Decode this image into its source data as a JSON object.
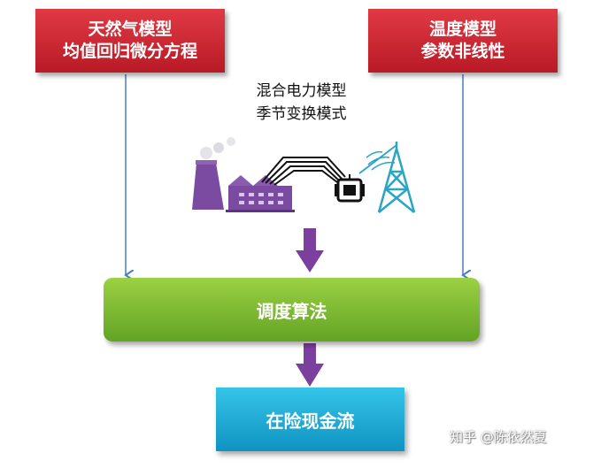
{
  "gas_model": {
    "line1": "天然气模型",
    "line2": "均值回归微分方程"
  },
  "temp_model": {
    "line1": "温度模型",
    "line2": "参数非线性"
  },
  "hybrid_model": {
    "line1": "混合电力模型",
    "line2": "季节变换模式"
  },
  "dispatch": {
    "label": "调度算法"
  },
  "risk": {
    "label": "在险现金流"
  },
  "watermark": {
    "text": "知乎 @陈依然夏"
  },
  "colors": {
    "red_box": "#c8222e",
    "green_box": "#7cbb34",
    "blue_box": "#1eaad6",
    "arrow_purple": "#7b3f9e",
    "plant_purple": "#7a4ba0",
    "tower_teal": "#2aa6c4"
  },
  "icons": [
    "power-plant-icon",
    "transmission-lines-icon",
    "transformer-icon",
    "radio-tower-icon"
  ]
}
